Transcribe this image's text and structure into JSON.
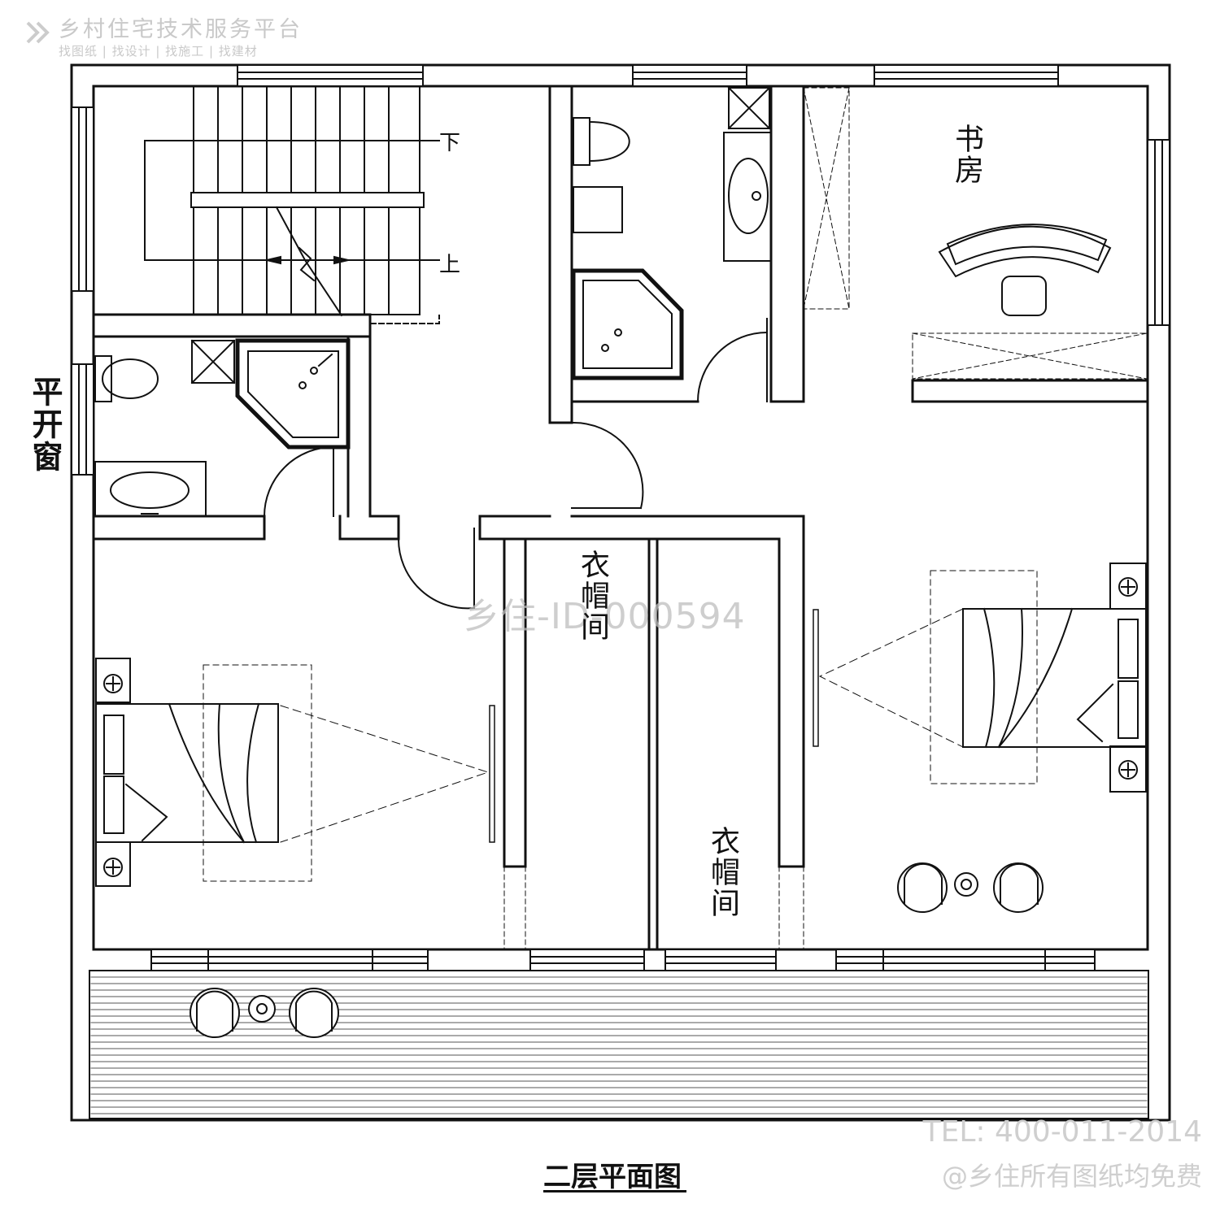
{
  "watermark": {
    "brand": "乡村住宅技术服务平台",
    "subtitle": "找图纸 | 找设计 | 找施工 | 找建材",
    "drawing_id": "乡住-ID-000594",
    "tel": "TEL: 400-011-2014",
    "free_note": "@乡住所有图纸均免费"
  },
  "plan": {
    "title": "二层平面图",
    "rooms": {
      "study": "书房",
      "closet_left": "衣帽间",
      "closet_right": "衣帽间"
    },
    "window_label": "平开窗",
    "stair": {
      "down": "下",
      "up": "上"
    }
  }
}
